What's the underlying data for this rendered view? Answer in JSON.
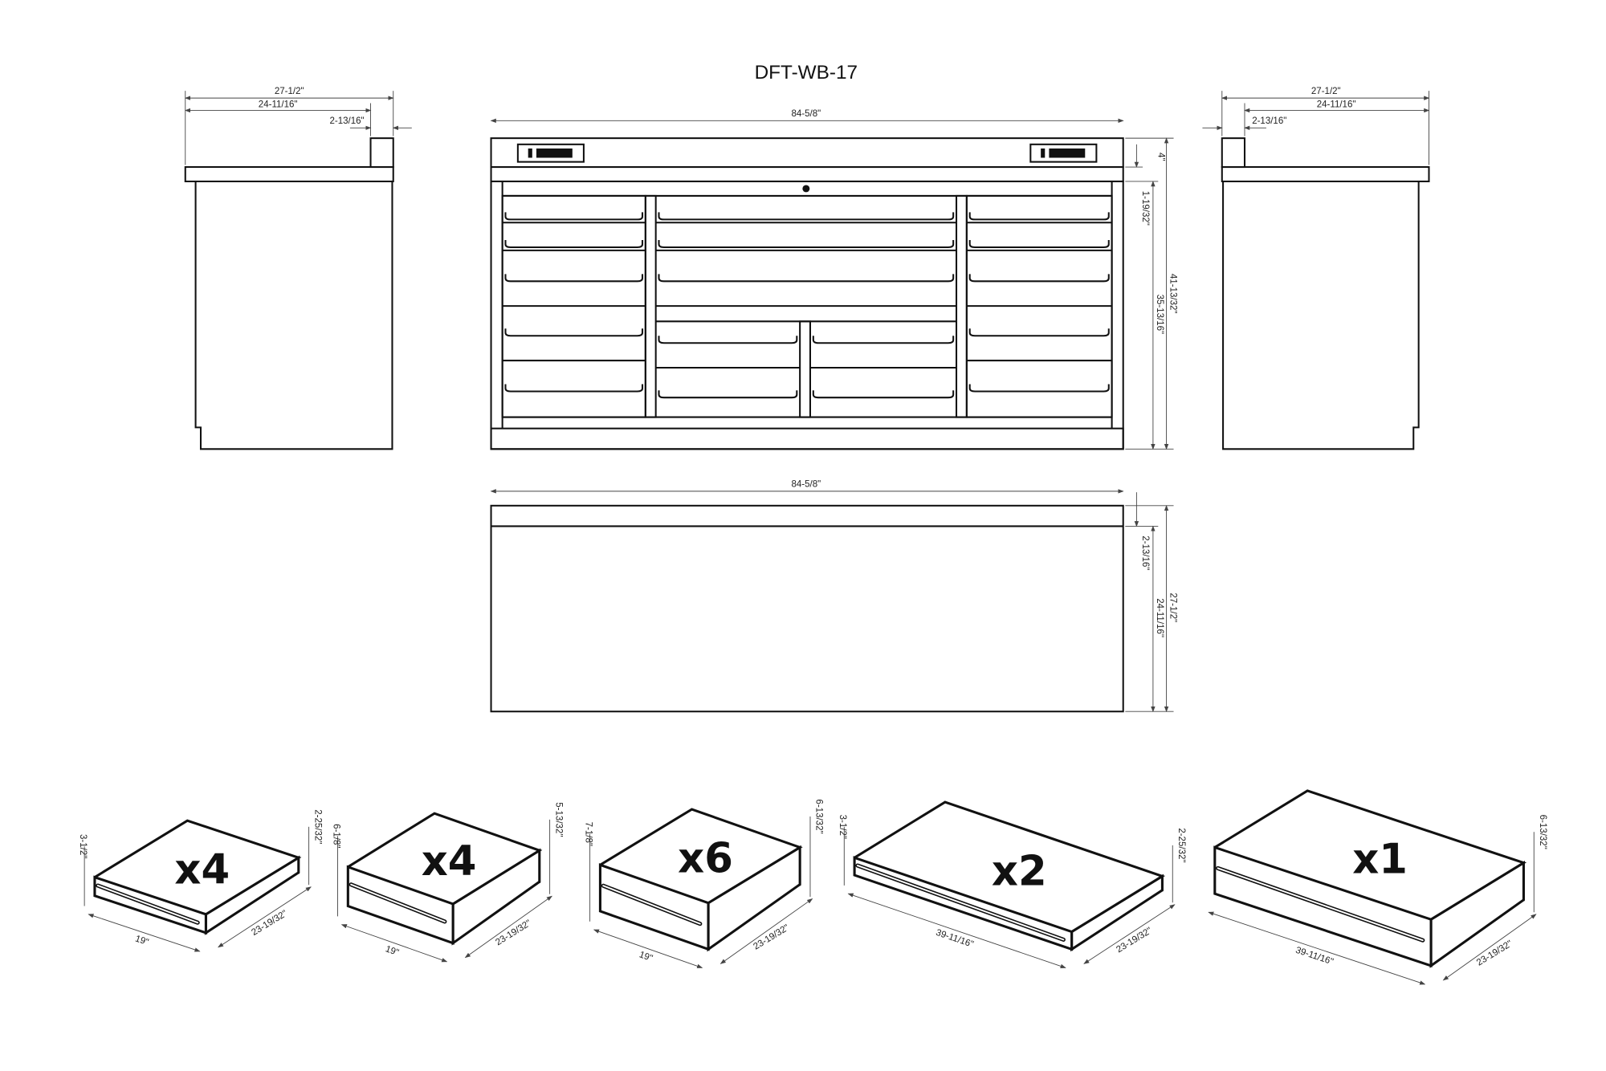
{
  "title": "DFT-WB-17",
  "side_view_left": {
    "overall_depth": "27-1/2\"",
    "top_depth": "24-11/16\"",
    "backsplash": "2-13/16\""
  },
  "side_view_right": {
    "overall_depth": "27-1/2\"",
    "top_depth": "24-11/16\"",
    "backsplash": "2-13/16\""
  },
  "front_view": {
    "width": "84-5/8\"",
    "backsplash_height": "4\"",
    "top_thickness": "1-19/32\"",
    "cabinet_height": "35-13/16\"",
    "overall_height": "41-13/32\""
  },
  "top_view": {
    "width": "84-5/8\"",
    "backsplash_depth": "2-13/16\"",
    "top_depth": "24-11/16\"",
    "overall_depth": "27-1/2\""
  },
  "drawers": [
    {
      "qty": "x4",
      "front_height": "3-1/2\"",
      "side_height": "2-25/32\"",
      "width": "19\"",
      "depth": "23-19/32\""
    },
    {
      "qty": "x4",
      "front_height": "6-1/8\"",
      "side_height": "5-13/32\"",
      "width": "19\"",
      "depth": "23-19/32\""
    },
    {
      "qty": "x6",
      "front_height": "7-1/8\"",
      "side_height": "6-13/32\"",
      "width": "19\"",
      "depth": "23-19/32\""
    },
    {
      "qty": "x2",
      "front_height": "3-1/2\"",
      "side_height": "2-25/32\"",
      "width": "39-11/16\"",
      "depth": "23-19/32\""
    },
    {
      "qty": "x1",
      "side_height": "6-13/32\"",
      "width": "39-11/16\"",
      "depth": "23-19/32\""
    }
  ]
}
